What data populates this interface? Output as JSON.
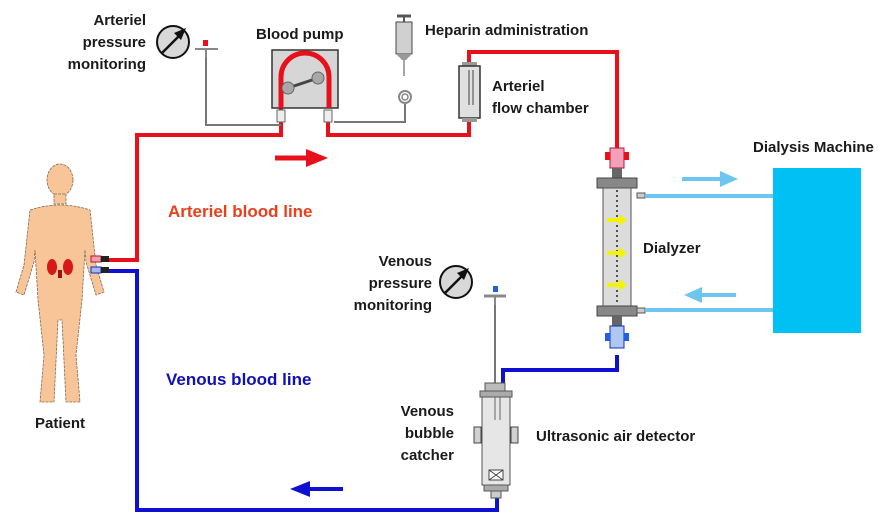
{
  "title": "Hemodialysis circuit diagram",
  "colors": {
    "arterial_line": "#e8101a",
    "arterial_label": "#e8401c",
    "venous_line": "#1010d0",
    "venous_label": "#1010b8",
    "dialysate_line": "#6ec6f0",
    "dialysis_machine": "#00c0f4",
    "skin": "#f7c597",
    "kidney": "#d81818",
    "device_gray": "#d6d6d6",
    "device_dark": "#7a7a7a",
    "dialyzer_arrows": "#f4f400",
    "text": "#1a1a1a"
  },
  "labels": {
    "arterial_pressure": [
      "Arteriel",
      "pressure",
      "monitoring"
    ],
    "blood_pump": "Blood pump",
    "heparin": "Heparin administration",
    "arterial_flow_chamber": [
      "Arteriel",
      "flow chamber"
    ],
    "dialysis_machine": "Dialysis Machine",
    "dialyzer": "Dialyzer",
    "arterial_blood_line": "Arteriel blood line",
    "venous_pressure": [
      "Venous",
      "pressure",
      "monitoring"
    ],
    "venous_blood_line": "Venous blood line",
    "patient": "Patient",
    "venous_bubble_catcher": [
      "Venous",
      "bubble",
      "catcher"
    ],
    "ultrasonic_air_detector": "Ultrasonic air detector"
  },
  "flow": {
    "arterial_direction": "right",
    "venous_direction": "left",
    "dialysate_out_direction": "right",
    "dialysate_in_direction": "left"
  },
  "icons": {
    "pressure_gauge": "gauge-icon",
    "syringe": "syringe-icon",
    "pump": "roller-pump-icon",
    "patient": "human-figure-icon",
    "kidneys": "kidney-icon"
  }
}
